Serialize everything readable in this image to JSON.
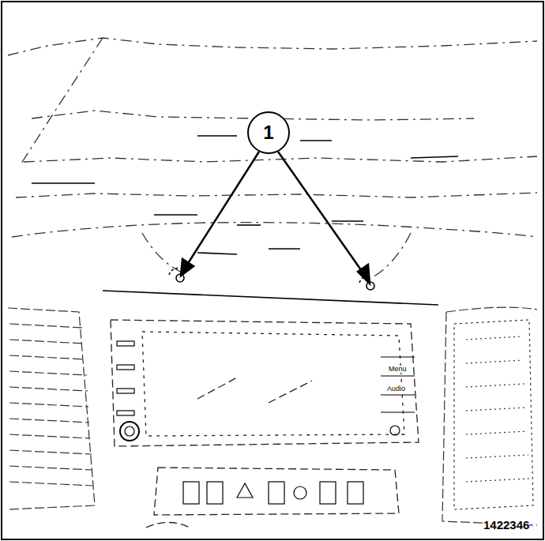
{
  "diagram": {
    "nodes": [
      {
        "text": [
          "1"
        ]
      }
    ],
    "labels": [
      "1422346",
      "Menu",
      "Audio"
    ]
  }
}
